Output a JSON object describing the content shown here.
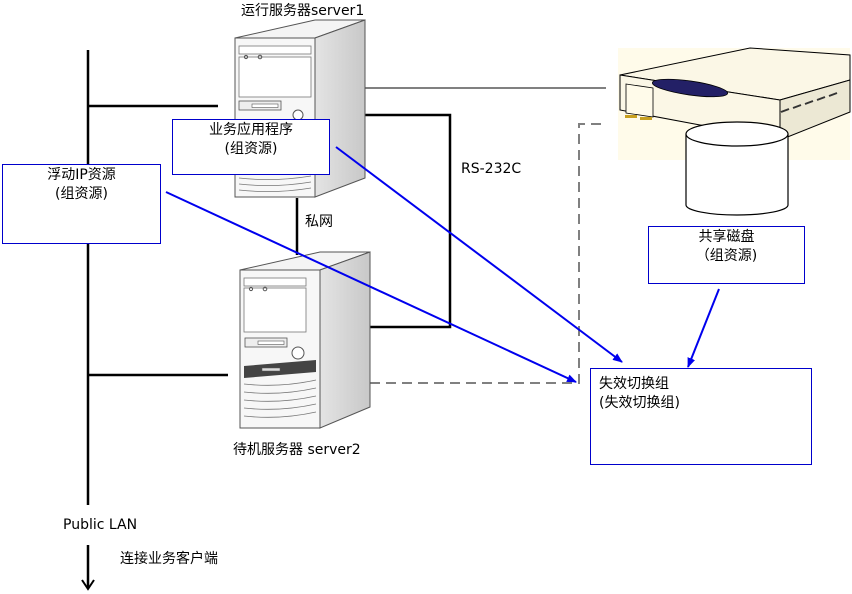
{
  "diagram": {
    "title": "运行服务器server1",
    "servers": {
      "active": {
        "label": "运行服务器server1"
      },
      "standby": {
        "label": "待机服务器 server2"
      }
    },
    "links": {
      "private_network": "私网",
      "serial": "RS-232C",
      "public_lan": "Public LAN",
      "client_connection": "连接业务客户端"
    },
    "resources": {
      "application": {
        "line1": "业务应用程序",
        "line2": "(组资源)"
      },
      "floating_ip": {
        "line1": "浮动IP资源",
        "line2": "(组资源)"
      },
      "shared_disk": {
        "line1": "共享磁盘",
        "line2": "（组资源)"
      },
      "failover_group": {
        "line1": "失效切换组",
        "line2": "(失效切换组)"
      }
    },
    "colors": {
      "resource_border": "#0000cc",
      "arrow": "#0000ee",
      "network_line": "#000000",
      "disk_line": "#808080",
      "storage_body": "#fbf7e6",
      "storage_panel": "#fffbea",
      "storage_slot": "#232066",
      "storage_led": "#c8a020"
    }
  }
}
